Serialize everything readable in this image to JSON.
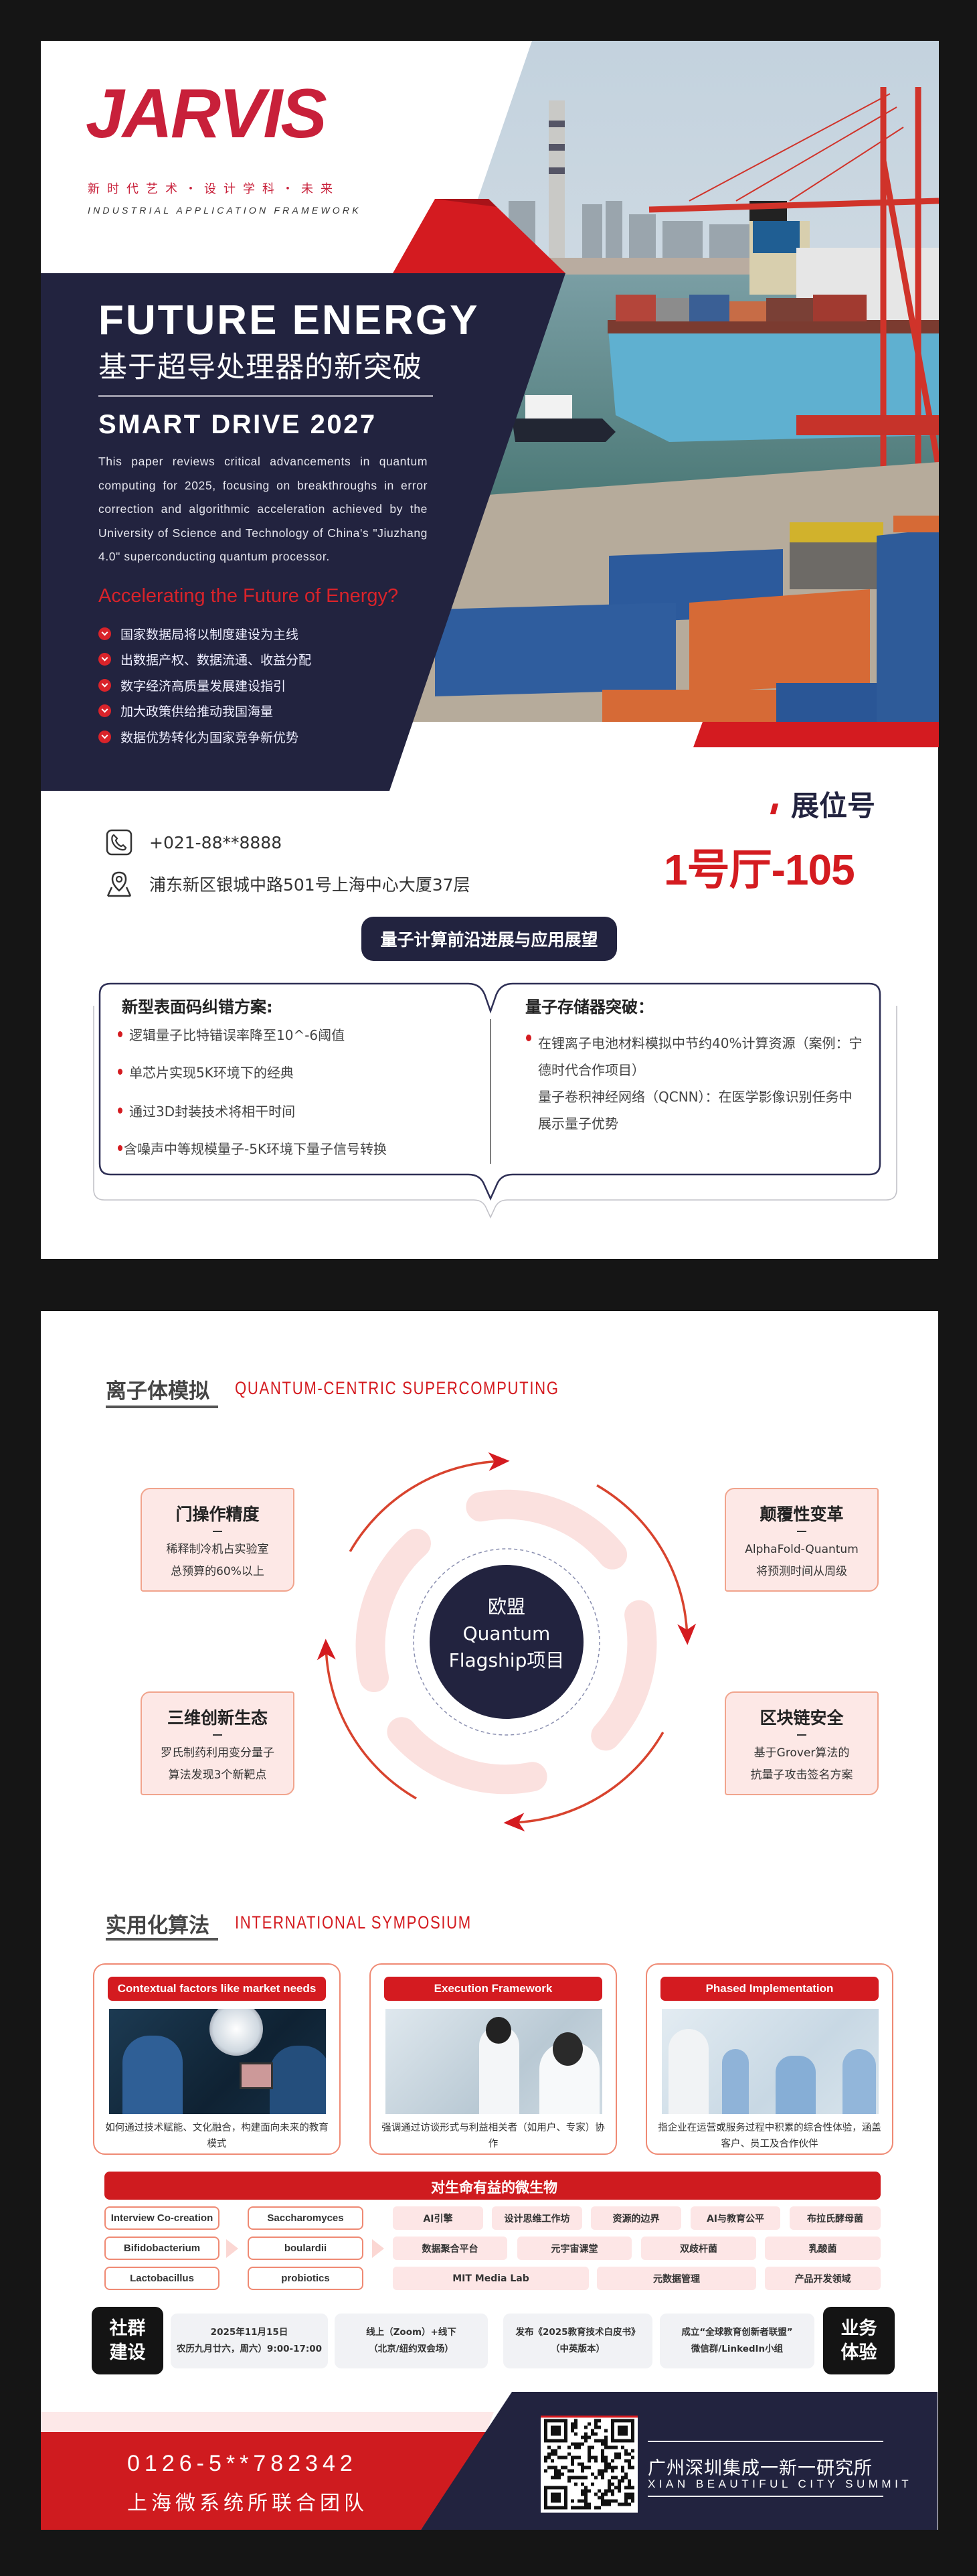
{
  "colors": {
    "red": "#d41b20",
    "navy": "#22233f",
    "logo_red": "#c8203a",
    "pink": "#fde8e6",
    "dark_bg": "#151515"
  },
  "brand": {
    "logo": "JARVIS",
    "tagline": "新时代艺术・设计学科・未来",
    "framework": "INDUSTRIAL APPLICATION FRAMEWORK"
  },
  "hero": {
    "title": "FUTURE ENERGY",
    "subtitle_cn": "基于超导处理器的新突破",
    "subtitle_en": "SMART DRIVE 2027",
    "paragraph": "This paper reviews critical advancements in quantum computing for 2025, focusing on breakthroughs in error correction and algorithmic acceleration achieved by the University of Science and Technology of China's \"Jiuzhang 4.0\" superconducting quantum processor.",
    "question": "Accelerating the Future of Energy?",
    "bullet_icon": "chevron-circle-icon",
    "bullets": [
      "国家数据局将以制度建设为主线",
      "出数据产权、数据流通、收益分配",
      "数字经济高质量发展建设指引",
      "加大政策供给推动我国海量",
      "数据优势转化为国家竞争新优势"
    ]
  },
  "contact": {
    "phone_icon": "phone-icon",
    "phone": "+021-88**8888",
    "location_icon": "location-pin-icon",
    "address": "浦东新区银城中路501号上海中心大厦37层"
  },
  "booth": {
    "label": "展位号",
    "number": "1号厅-105"
  },
  "section_pill": "量子计算前沿进展与应用展望",
  "panels": {
    "left": {
      "title": "新型表面码纠错方案:",
      "items": [
        "逻辑量子比特错误率降至10^-6阈值",
        "单芯片实现5K环境下的经典",
        "通过3D封装技术将相干时间",
        "含噪声中等规模量子-5K环境下量子信号转换"
      ]
    },
    "right": {
      "title": "量子存储器突破：",
      "items": [
        "在锂离子电池材料模拟中节约40%计算资源（案例：宁德时代合作项目）",
        "量子卷积神经网络（QCNN）：在医学影像识别任务中展示量子优势"
      ]
    }
  },
  "simulation": {
    "title_cn": "离子体模拟",
    "title_en": "QUANTUM-CENTRIC SUPERCOMPUTING",
    "center": [
      "欧盟",
      "Quantum",
      "Flagship项目"
    ],
    "boxes": [
      {
        "title": "门操作精度",
        "lines": [
          "稀释制冷机占实验室",
          "总预算的60%以上"
        ]
      },
      {
        "title": "颠覆性变革",
        "lines": [
          "AlphaFold-Quantum",
          "将预测时间从周级"
        ]
      },
      {
        "title": "三维创新生态",
        "lines": [
          "罗氏制药利用变分量子",
          "算法发现3个新靶点"
        ]
      },
      {
        "title": "区块链安全",
        "lines": [
          "基于Grover算法的",
          "抗量子攻击签名方案"
        ]
      }
    ]
  },
  "algorithms": {
    "title_cn": "实用化算法",
    "title_en": "INTERNATIONAL SYMPOSIUM",
    "cards": [
      {
        "header": "Contextual factors like market needs",
        "caption": "如何通过技术赋能、文化融合，构建面向未来的教育模式"
      },
      {
        "header": "Execution Framework",
        "caption": "强调通过访谈形式与利益相关者（如用户、专家）协作"
      },
      {
        "header": "Phased Implementation",
        "caption": "指企业在运营或服务过程中积累的综合性体验，涵盖客户、员工及合作伙伴"
      }
    ]
  },
  "microbes": {
    "title": "对生命有益的微生物",
    "left_col": [
      "Interview Co-creation",
      "Bifidobacterium",
      "Lactobacillus"
    ],
    "mid_col": [
      "Saccharomyces",
      "boulardii",
      "probiotics"
    ],
    "grid": [
      [
        "AI引擎",
        "设计思维工作坊",
        "资源的边界",
        "AI与教育公平",
        "布拉氏酵母菌"
      ],
      [
        "数据聚合平台",
        "元宇宙课堂",
        "双歧杆菌",
        "乳酸菌"
      ],
      [
        "MIT Media Lab",
        "元数据管理",
        "产品开发领域"
      ]
    ]
  },
  "schedule": {
    "left_tag": [
      "社群",
      "建设"
    ],
    "right_tag": [
      "业务",
      "体验"
    ],
    "items": [
      [
        "2025年11月15日",
        "农历九月廿六，周六）9:00-17:00"
      ],
      [
        "线上（Zoom）+线下",
        "（北京/纽约双会场）"
      ],
      [
        "发布《2025教育技术白皮书》",
        "（中英版本）"
      ],
      [
        "成立“全球教育创新者联盟”",
        "微信群/LinkedIn小组"
      ]
    ]
  },
  "footer": {
    "phone": "0126-5**782342",
    "team": "上海微系统所联合团队",
    "org_cn": "广州深圳集成一新一研究所",
    "org_en": "XIAN BEAUTIFUL CITY SUMMIT",
    "qr_icon": "qr-code-icon"
  }
}
